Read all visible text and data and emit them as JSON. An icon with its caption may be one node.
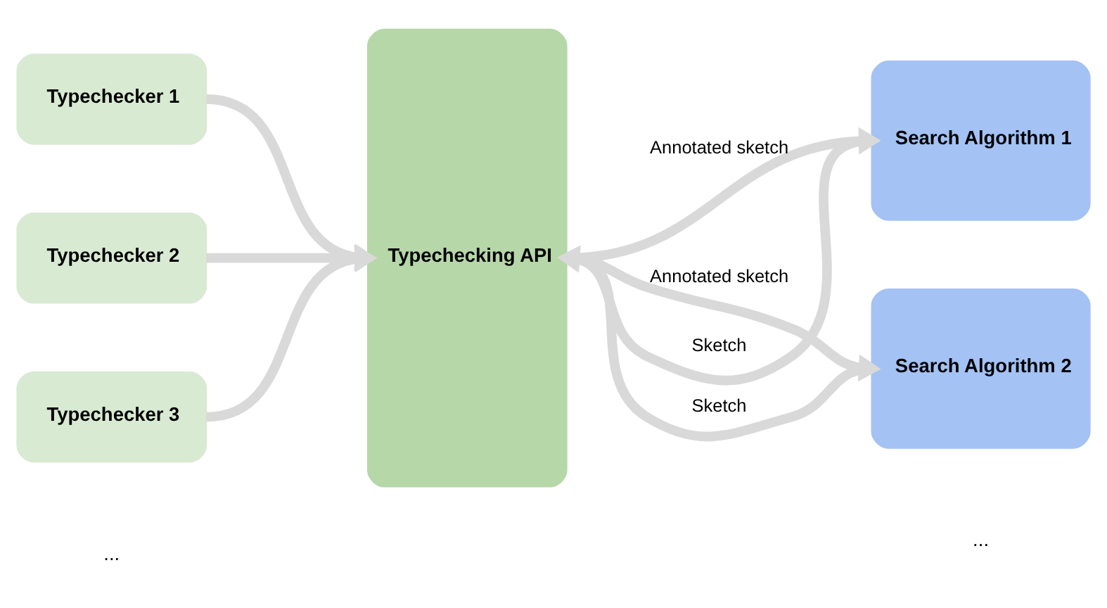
{
  "diagram": {
    "nodes": [
      {
        "text": [
          "Typechecker 1"
        ]
      },
      {
        "text": [
          "Typechecker 2"
        ]
      },
      {
        "text": [
          "Typechecker 3"
        ]
      },
      {
        "text": [
          "Typechecking API"
        ]
      },
      {
        "text": [
          "Search Algorithm 1"
        ]
      },
      {
        "text": [
          "Search Algorithm 2"
        ]
      }
    ],
    "edges": [
      {
        "from": 0,
        "to": 3,
        "arrow": "to"
      },
      {
        "from": 1,
        "to": 3,
        "arrow": "to"
      },
      {
        "from": 2,
        "to": 3,
        "arrow": "to"
      },
      {
        "from": 4,
        "to": 3,
        "arrow": "to",
        "label": "Sketch"
      },
      {
        "from": 3,
        "to": 4,
        "arrow": "to",
        "label": "Annotated sketch"
      },
      {
        "from": 5,
        "to": 3,
        "arrow": "to",
        "label": "Sketch"
      },
      {
        "from": 3,
        "to": 5,
        "arrow": "to",
        "label": "Annotated sketch"
      }
    ],
    "labels": [
      "...",
      "..."
    ]
  }
}
